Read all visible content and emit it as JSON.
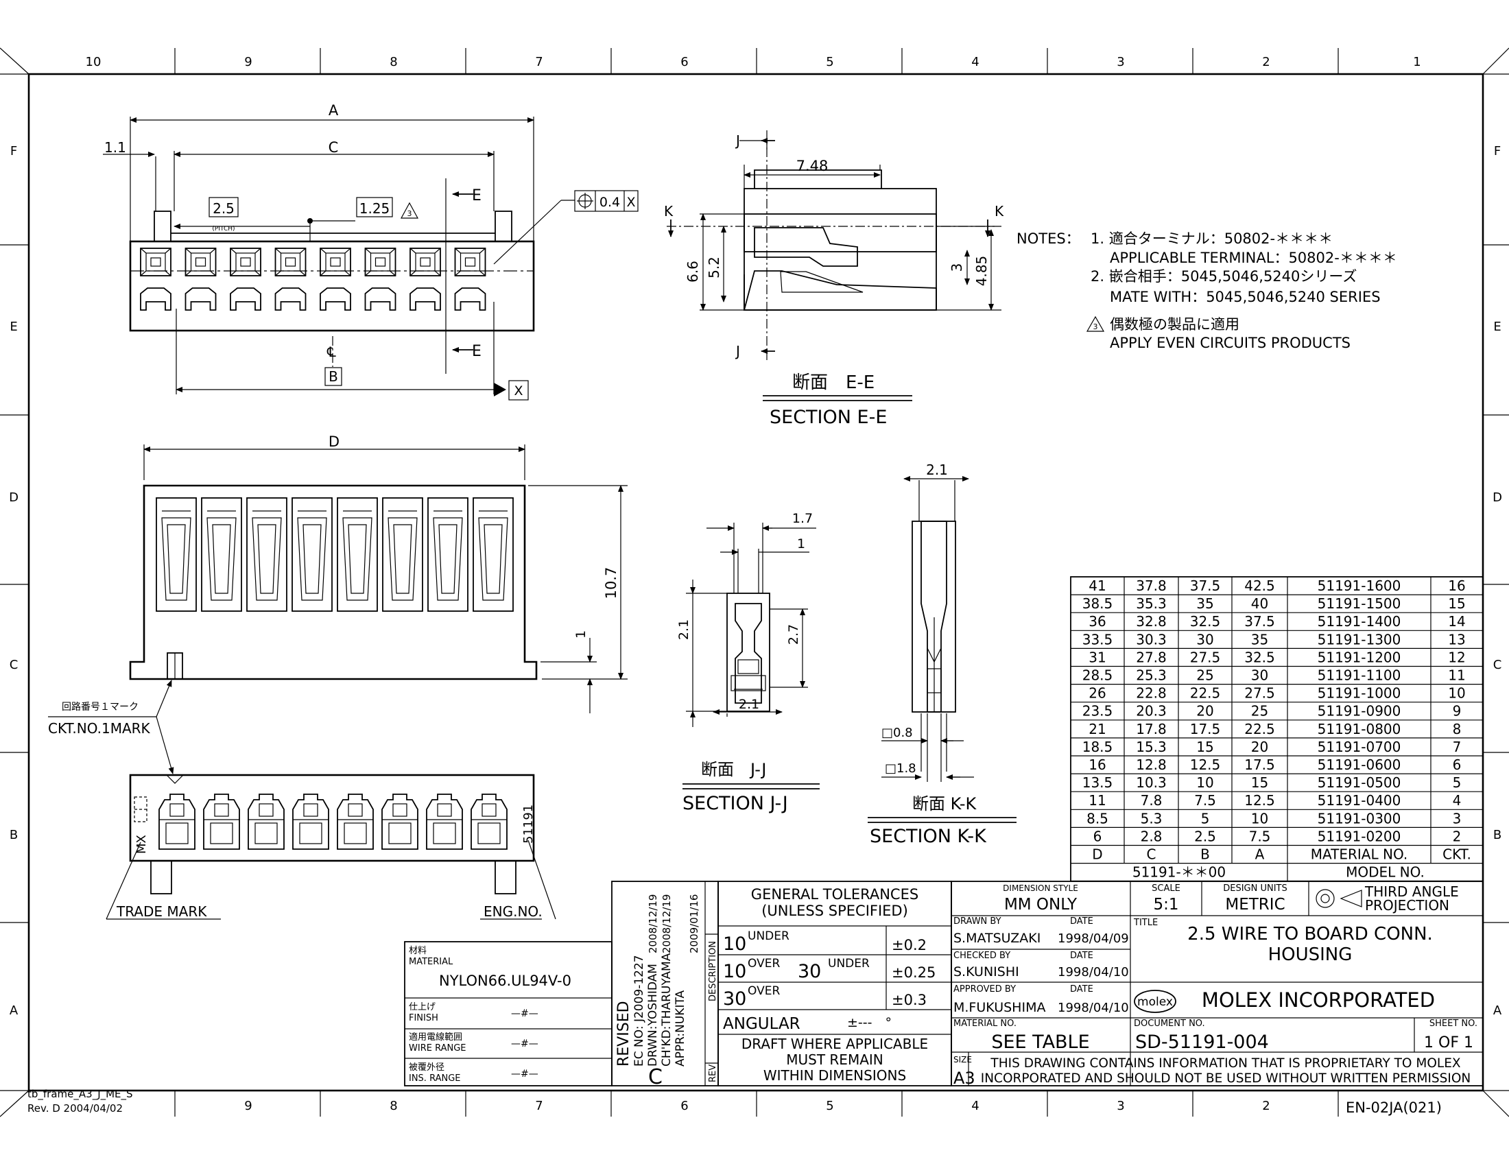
{
  "frame": {
    "columns": [
      "10",
      "9",
      "8",
      "7",
      "6",
      "5",
      "4",
      "3",
      "2",
      "1"
    ],
    "rows": [
      "F",
      "E",
      "D",
      "C",
      "B",
      "A"
    ],
    "frame_id": "tb_frame_A3_J_ME_S",
    "frame_rev": "Rev. D 2004/04/02",
    "form_no": "EN-02JA(021)"
  },
  "top_view": {
    "dim_a": "A",
    "dim_c": "C",
    "dim_b": "B",
    "dim_11": "1.1",
    "pitch": "2.5",
    "pitch_note": "(PITCH)",
    "dim_125": "1.25",
    "note_ref": "3",
    "sec_e": "E",
    "cl": "℄",
    "datum_x": "X",
    "gdt_tol": "0.4",
    "gdt_datum": "X"
  },
  "front_view": {
    "dim_d": "D",
    "dim_107": "10.7",
    "dim_1": "1"
  },
  "bottom_view": {
    "ckt_jp": "回路番号１マーク",
    "ckt_en": "CKT.NO.1MARK",
    "trade_mark": "TRADE MARK",
    "eng_no": "ENG.NO.",
    "mx": "MX",
    "part": "51191"
  },
  "section_ee": {
    "j": "J",
    "k": "K",
    "d748": "7.48",
    "d66": "6.6",
    "d52": "5.2",
    "d3": "3",
    "d485": "4.85",
    "label_jp": "断面　E-E",
    "label_en": "SECTION E-E"
  },
  "section_jj": {
    "d17": "1.7",
    "d1": "1",
    "d21a": "2.1",
    "d27": "2.7",
    "d21b": "2.1",
    "label_jp": "断面　J-J",
    "label_en": "SECTION J-J"
  },
  "section_kk": {
    "d21": "2.1",
    "d08": "□0.8",
    "d18": "□1.8",
    "label_jp": "断面 K-K",
    "label_en": "SECTION K-K"
  },
  "notes": {
    "title": "NOTES：",
    "n1_jp": "1. 適合ターミナル：50802-＊＊＊＊",
    "n1_en": "APPLICABLE TERMINAL：50802-＊＊＊＊",
    "n2_jp": "2. 嵌合相手：5045,5046,5240シリーズ",
    "n2_en": "MATE WITH：5045,5046,5240 SERIES",
    "n3_num": "3",
    "n3_jp": "偶数極の製品に適用",
    "n3_en": "APPLY EVEN CIRCUITS PRODUCTS"
  },
  "table": {
    "rows": [
      [
        "41",
        "37.8",
        "37.5",
        "42.5",
        "51191-1600",
        "16"
      ],
      [
        "38.5",
        "35.3",
        "35",
        "40",
        "51191-1500",
        "15"
      ],
      [
        "36",
        "32.8",
        "32.5",
        "37.5",
        "51191-1400",
        "14"
      ],
      [
        "33.5",
        "30.3",
        "30",
        "35",
        "51191-1300",
        "13"
      ],
      [
        "31",
        "27.8",
        "27.5",
        "32.5",
        "51191-1200",
        "12"
      ],
      [
        "28.5",
        "25.3",
        "25",
        "30",
        "51191-1100",
        "11"
      ],
      [
        "26",
        "22.8",
        "22.5",
        "27.5",
        "51191-1000",
        "10"
      ],
      [
        "23.5",
        "20.3",
        "20",
        "25",
        "51191-0900",
        "9"
      ],
      [
        "21",
        "17.8",
        "17.5",
        "22.5",
        "51191-0800",
        "8"
      ],
      [
        "18.5",
        "15.3",
        "15",
        "20",
        "51191-0700",
        "7"
      ],
      [
        "16",
        "12.8",
        "12.5",
        "17.5",
        "51191-0600",
        "6"
      ],
      [
        "13.5",
        "10.3",
        "10",
        "15",
        "51191-0500",
        "5"
      ],
      [
        "11",
        "7.8",
        "7.5",
        "12.5",
        "51191-0400",
        "4"
      ],
      [
        "8.5",
        "5.3",
        "5",
        "10",
        "51191-0300",
        "3"
      ],
      [
        "6",
        "2.8",
        "2.5",
        "7.5",
        "51191-0200",
        "2"
      ]
    ],
    "header": [
      "D",
      "C",
      "B",
      "A",
      "MATERIAL NO.",
      "CKT."
    ],
    "series": "51191-＊＊00",
    "model_no": "MODEL NO."
  },
  "material_block": {
    "material_jp": "材料",
    "material_en": "MATERIAL",
    "material_val": "NYLON66.UL94V-0",
    "finish_jp": "仕上げ",
    "finish_en": "FINISH",
    "finish_val": "—#—",
    "wire_jp": "適用電線範囲",
    "wire_en": "WIRE RANGE",
    "wire_val": "—#—",
    "ins_jp": "被覆外径",
    "ins_en": "INS. RANGE",
    "ins_val": "—#—"
  },
  "revision": {
    "revised": "REVISED",
    "ec": "EC NO: J2009-1227",
    "drwn": "DRWN:YOSHIDAM",
    "chkd": "CH'KD:THARUYAMA",
    "appr": "APPR:NUKITA",
    "d1": "2008/12/19",
    "d2": "2008/12/19",
    "d3": "2009/01/16",
    "rev": "C",
    "desc": "DESCRIPTION",
    "rev_lbl": "REV"
  },
  "tolerances": {
    "title1": "GENERAL TOLERANCES",
    "title2": "(UNLESS SPECIFIED)",
    "r1a": "10",
    "r1b": "UNDER",
    "r1v": "±0.2",
    "r2a": "10",
    "r2b": "OVER",
    "r2c": "30",
    "r2d": "UNDER",
    "r2v": "±0.25",
    "r3a": "30",
    "r3b": "OVER",
    "r3v": "±0.3",
    "ang": "ANGULAR",
    "ang_v": "±---　°",
    "draft1": "DRAFT WHERE APPLICABLE",
    "draft2": "MUST REMAIN",
    "draft3": "WITHIN DIMENSIONS"
  },
  "title_block": {
    "dim_style_lbl": "DIMENSION STYLE",
    "dim_style": "MM ONLY",
    "scale_lbl": "SCALE",
    "scale": "5:1",
    "units_lbl": "DESIGN UNITS",
    "units": "METRIC",
    "projection": "THIRD ANGLE PROJECTION",
    "proj1": "THIRD ANGLE",
    "proj2": "PROJECTION",
    "drawn_lbl": "DRAWN BY",
    "drawn": "S.MATSUZAKI",
    "drawn_date": "1998/04/09",
    "checked_lbl": "CHECKED BY",
    "checked": "S.KUNISHI",
    "checked_date": "1998/04/10",
    "approved_lbl": "APPROVED BY",
    "approved": "M.FUKUSHIMA",
    "approved_date": "1998/04/10",
    "date_lbl": "DATE",
    "title_lbl": "TITLE",
    "title1": "2.5 WIRE TO BOARD CONN.",
    "title2": "HOUSING",
    "logo": "molex",
    "company": "MOLEX INCORPORATED",
    "matno_lbl": "MATERIAL NO.",
    "matno": "SEE TABLE",
    "doc_lbl": "DOCUMENT NO.",
    "doc": "SD-51191-004",
    "sheet_lbl": "SHEET NO.",
    "sheet": "1 OF 1",
    "size_lbl": "SIZE",
    "size": "A3",
    "prop1": "THIS DRAWING CONTAINS INFORMATION THAT IS PROPRIETARY TO MOLEX",
    "prop2": "INCORPORATED AND SHOULD NOT BE USED WITHOUT WRITTEN PERMISSION"
  }
}
